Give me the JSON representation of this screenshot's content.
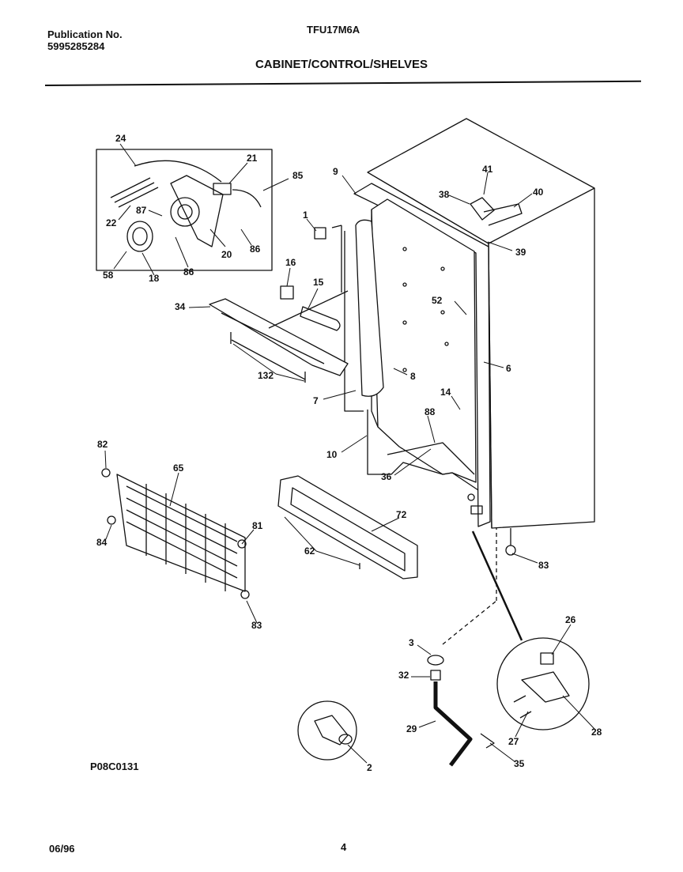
{
  "header": {
    "publication_label": "Publication No.",
    "publication_number": "5995285284",
    "model": "TFU17M6A",
    "section_title": "CABINET/CONTROL/SHELVES"
  },
  "diagram": {
    "callouts": [
      "24",
      "21",
      "85",
      "87",
      "22",
      "20",
      "86",
      "58",
      "18",
      "86",
      "1",
      "16",
      "15",
      "34",
      "132",
      "9",
      "41",
      "38",
      "40",
      "39",
      "52",
      "8",
      "6",
      "7",
      "14",
      "88",
      "10",
      "36",
      "82",
      "65",
      "81",
      "84",
      "62",
      "72",
      "83",
      "83",
      "3",
      "32",
      "29",
      "2",
      "35",
      "26",
      "27",
      "28"
    ]
  },
  "footer": {
    "diagram_code": "P08C0131",
    "date": "06/96",
    "page_number": "4"
  }
}
